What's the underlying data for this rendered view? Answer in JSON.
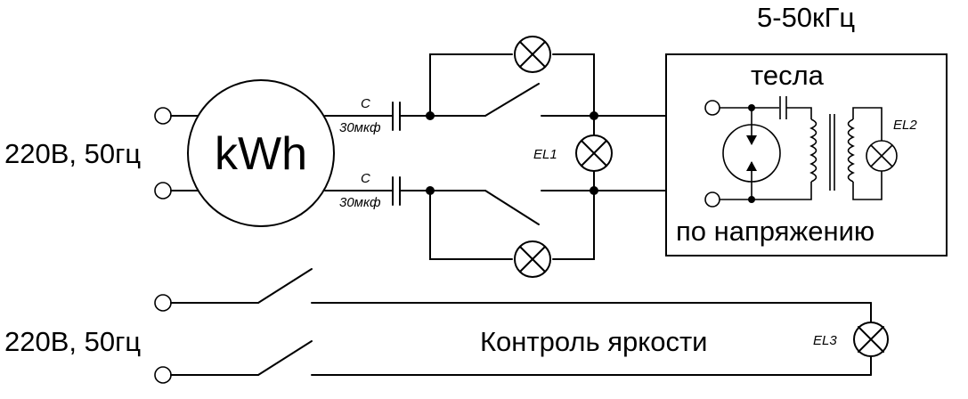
{
  "labels": {
    "supply_top": "220В, 50гц",
    "supply_bottom": "220В, 50гц",
    "meter": "kWh",
    "frequency": "5-50кГц",
    "tesla": "тесла",
    "by_voltage": "по напряжению",
    "brightness_control": "Контроль яркости",
    "cap_top_name": "С",
    "cap_top_value": "30мкф",
    "cap_bottom_name": "С",
    "cap_bottom_value": "30мкф",
    "lamp_el1": "EL1",
    "lamp_el2": "EL2",
    "lamp_el3": "EL3"
  }
}
